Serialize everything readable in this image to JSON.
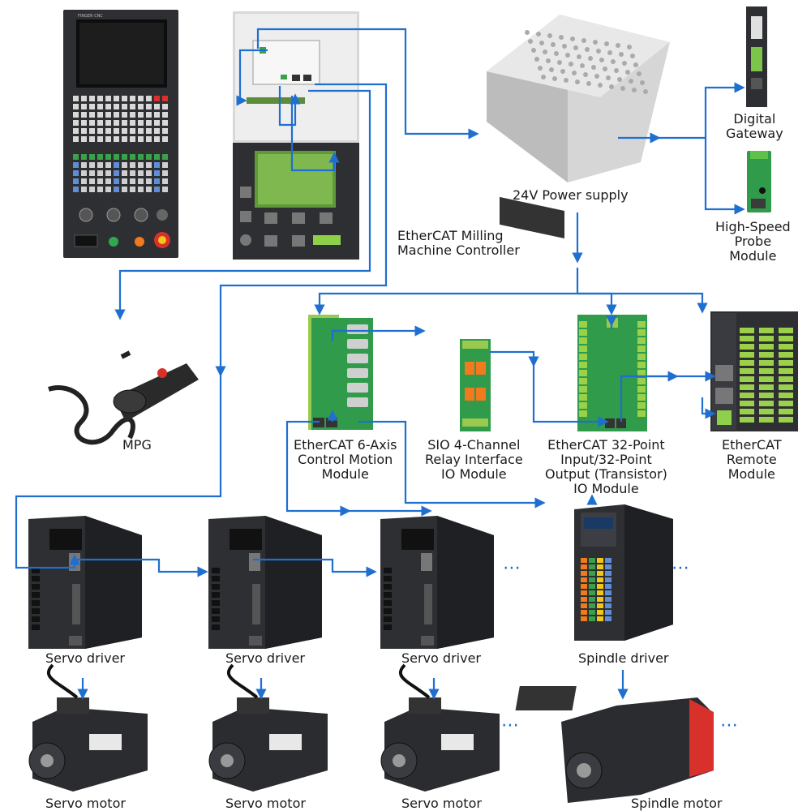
{
  "colors": {
    "connector": "#1f6fd1",
    "device_dark": "#2e2f33",
    "device_panel": "#3a3b40",
    "pcb_green": "#2f9b4b",
    "terminal_green": "#9ad04a",
    "relay_orange": "#f07a1d",
    "estop_red": "#d8312b"
  },
  "icons": {
    "cnc_panel": "cnc-panel-icon",
    "controller_board": "controller-board-icon",
    "power_supply": "power-supply-icon",
    "gateway": "gateway-icon",
    "probe": "probe-icon",
    "mpg": "mpg-pendant-icon",
    "motion_module": "motion-module-icon",
    "relay": "relay-module-icon",
    "io_module": "io-module-icon",
    "remote": "remote-module-icon",
    "servo_driver": "servo-driver-icon",
    "spindle_driver": "spindle-driver-icon",
    "servo_motor": "servo-motor-icon",
    "spindle_motor": "spindle-motor-icon"
  },
  "labels": {
    "controller": [
      "EtherCAT Milling",
      "Machine Controller"
    ],
    "power_supply": "24V Power supply",
    "gateway": [
      "Digital",
      "Gateway"
    ],
    "probe": [
      "High-Speed",
      "Probe",
      "Module"
    ],
    "mpg": "MPG",
    "motion": [
      "EtherCAT 6-Axis",
      "Control Motion",
      "Module"
    ],
    "relay": [
      "SIO 4-Channel",
      "Relay Interface",
      "IO Module"
    ],
    "io32": [
      "EtherCAT 32-Point",
      "Input/32-Point",
      "Output (Transistor)",
      "IO Module"
    ],
    "remote": [
      "EtherCAT",
      "Remote",
      "Module"
    ],
    "servo_driver": "Servo driver",
    "spindle_driver": "Spindle driver",
    "servo_motor": "Servo motor",
    "spindle_motor": "Spindle motor"
  },
  "ellipsis": "⋯",
  "panel_brand": "FINGER CNC"
}
